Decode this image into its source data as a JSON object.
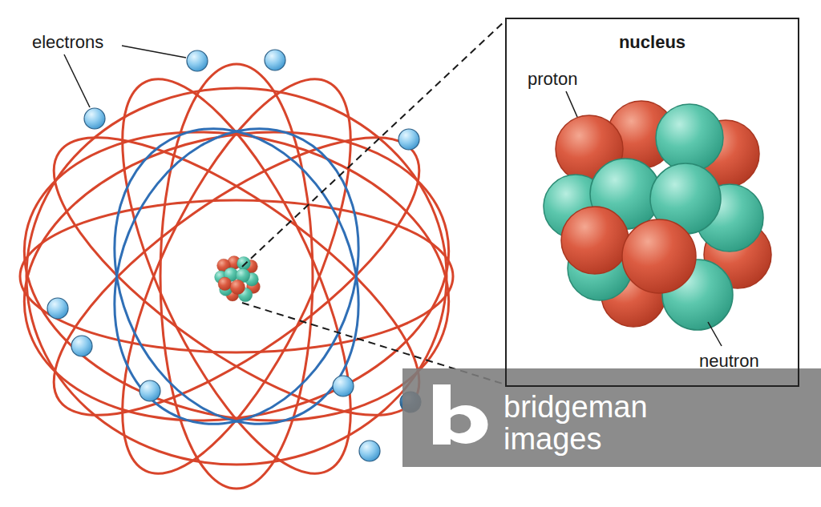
{
  "diagram": {
    "nodes": [
      {
        "text": [
          "nucleus"
        ]
      }
    ],
    "labels": [
      "electrons",
      "proton",
      "neutron",
      "bridgeman images"
    ]
  }
}
